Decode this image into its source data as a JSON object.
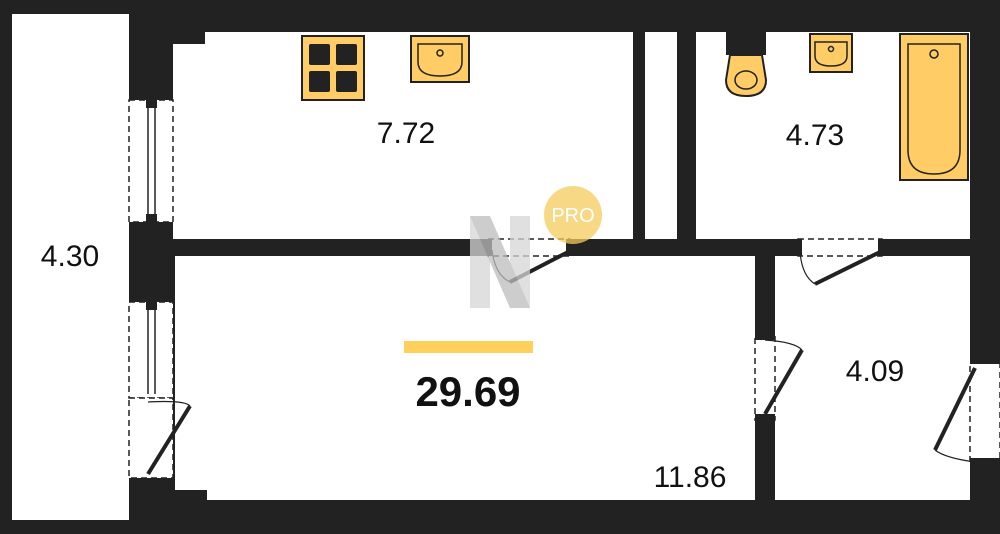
{
  "plan": {
    "total_area": "29.69",
    "rooms": {
      "balcony": {
        "area": "4.30"
      },
      "kitchen": {
        "area": "7.72"
      },
      "bathroom": {
        "area": "4.73"
      },
      "living_room": {
        "area": "11.86"
      },
      "hallway": {
        "area": "4.09"
      }
    },
    "watermark": {
      "badge_text": "PRO"
    }
  },
  "colors": {
    "wall": "#222222",
    "fixture_fill": "#FFCC66",
    "fixture_stroke": "#222222",
    "accent": "#FFD15C",
    "watermark_badge": "#F5CB5C",
    "watermark_mark": "#C9C9C9",
    "background": "#FFFFFF"
  },
  "icons": [
    "stove-icon",
    "kitchen-sink-icon",
    "toilet-icon",
    "bathroom-sink-icon",
    "bathtub-icon",
    "door-swing-icon",
    "window-icon",
    "watermark-logo-icon"
  ]
}
